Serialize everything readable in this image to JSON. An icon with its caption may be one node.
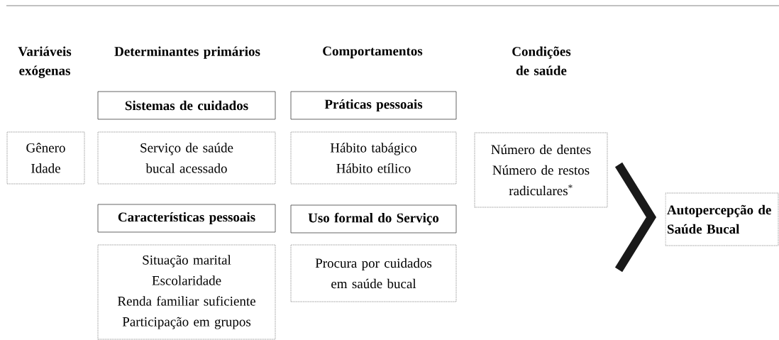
{
  "diagram": {
    "nodes": [
      {
        "text": [
          "Sistemas de cuidados"
        ]
      },
      {
        "text": [
          "Práticas pessoais"
        ]
      },
      {
        "text": [
          "Gênero",
          "Idade"
        ]
      },
      {
        "text": [
          "Serviço de saúde bucal acessado"
        ]
      },
      {
        "text": [
          "Hábito tabágico",
          "Hábito etílico"
        ]
      },
      {
        "text": [
          "Número de dentes",
          "Número de restos radiculares$^{*}$"
        ]
      },
      {
        "text": [
          "Características pessoais"
        ]
      },
      {
        "text": [
          "Uso formal do Serviço"
        ]
      },
      {
        "text": [
          "Autopercepção de Saúde Bucal"
        ]
      },
      {
        "text": [
          "Situação marital",
          "Escolaridade",
          "Renda familiar suficiente",
          "Participação em grupos"
        ]
      },
      {
        "text": [
          "Procura por cuidados em saúde bucal"
        ]
      }
    ],
    "edges": [],
    "labels": [
      "Variáveis exógenas",
      "Determinantes primários",
      "Comportamentos",
      "Condições de saúde"
    ]
  }
}
